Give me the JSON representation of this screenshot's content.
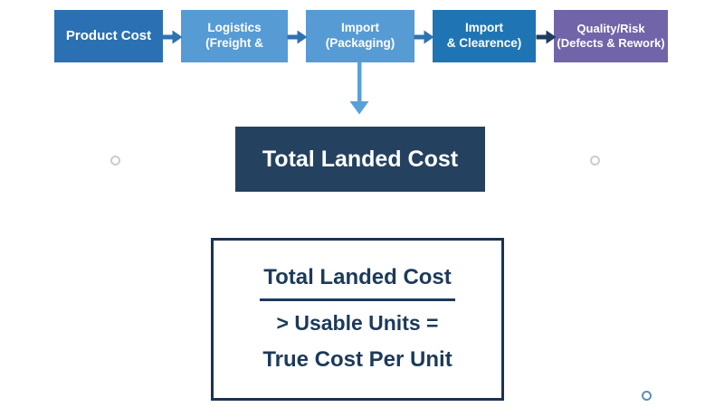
{
  "slide": {
    "flow_boxes": [
      {
        "label": "Product Cost",
        "color": "#2b70b2"
      },
      {
        "label": "Logistics\n(Freight &",
        "color": "#579bd5"
      },
      {
        "label": "Import\n(Packaging)",
        "color": "#579bd5"
      },
      {
        "label": "Import\n& Clearence)",
        "color": "#1f75b3"
      },
      {
        "label": "Quality/Risk\n(Defects & Rework)",
        "color": "#7264a9"
      }
    ],
    "arrows": {
      "horizontal_color": "#2e72b1",
      "last_horizontal_color": "#1e3c60",
      "down_color": "#58a0d8"
    },
    "total_landed_cost": {
      "label": "Total Landed Cost",
      "background": "#24425f",
      "text_color": "#ffffff"
    },
    "formula": {
      "numerator": "Total Landed Cost",
      "denominator": "> Usable Units =",
      "result": "True Cost Per Unit",
      "border_color": "#1c3350",
      "text_color": "#1d3a5a"
    },
    "markers": {
      "left_dot_color": "#cccccc",
      "right_dot_color": "#cccccc",
      "bottom_dot_color": "#5b8fba"
    },
    "background": "#ffffff"
  }
}
